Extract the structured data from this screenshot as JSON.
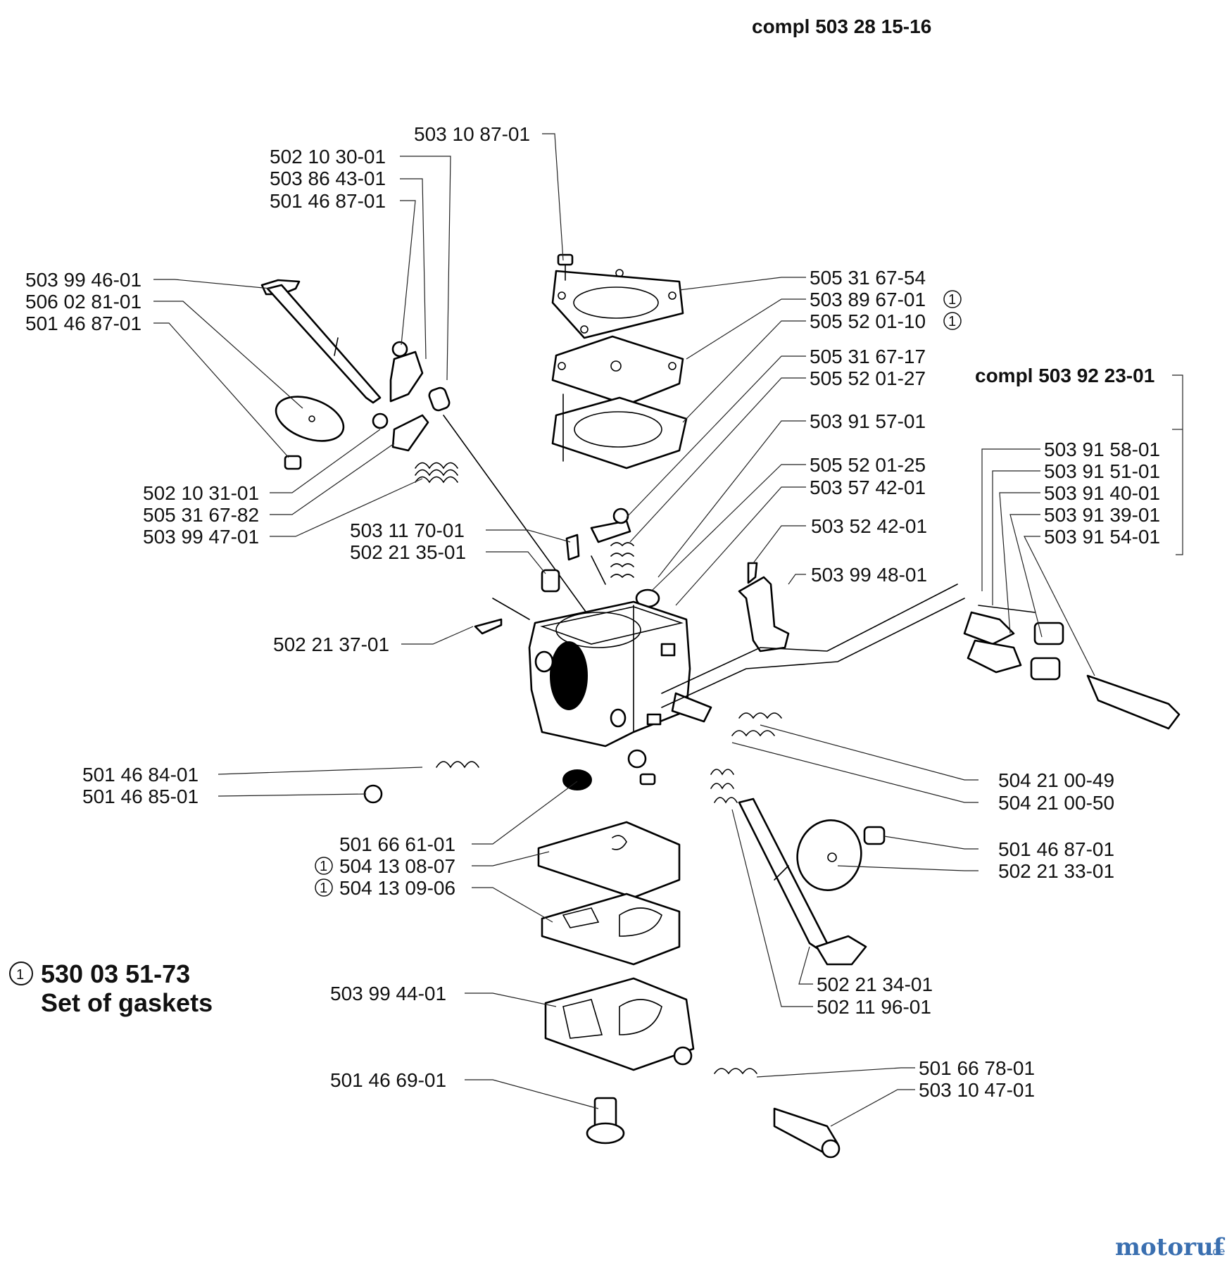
{
  "title_complete": "compl 503 28 15-16",
  "subassembly_complete": "compl 503 92 23-01",
  "gasket_set": {
    "marker": "1",
    "part": "530 03 51-73",
    "label": "Set of gaskets"
  },
  "marker": "1",
  "labels": {
    "p503_10_87_01": "503 10 87-01",
    "p502_10_30_01": "502 10 30-01",
    "p503_86_43_01": "503 86 43-01",
    "p501_46_87_01_a": "501 46 87-01",
    "p503_99_46_01": "503 99 46-01",
    "p506_02_81_01": "506 02 81-01",
    "p501_46_87_01_b": "501 46 87-01",
    "p505_31_67_54": "505 31 67-54",
    "p503_89_67_01": "503 89 67-01",
    "p505_52_01_10": "505 52 01-10",
    "p505_31_67_17": "505 31 67-17",
    "p505_52_01_27": "505 52 01-27",
    "p503_91_57_01": "503 91 57-01",
    "p505_52_01_25": "505 52 01-25",
    "p503_57_42_01": "503 57 42-01",
    "p503_52_42_01": "503 52 42-01",
    "p503_99_48_01": "503 99 48-01",
    "p502_10_31_01": "502 10 31-01",
    "p505_31_67_82": "505 31 67-82",
    "p503_99_47_01": "503 99 47-01",
    "p503_11_70_01": "503 11 70-01",
    "p502_21_35_01": "502 21 35-01",
    "p502_21_37_01": "502 21 37-01",
    "p503_91_58_01": "503 91 58-01",
    "p503_91_51_01": "503 91 51-01",
    "p503_91_40_01": "503 91 40-01",
    "p503_91_39_01": "503 91 39-01",
    "p503_91_54_01": "503 91 54-01",
    "p504_21_00_49": "504 21 00-49",
    "p504_21_00_50": "504 21 00-50",
    "p501_46_84_01": "501 46 84-01",
    "p501_46_85_01": "501 46 85-01",
    "p501_66_61_01": "501 66 61-01",
    "p504_13_08_07": "504 13 08-07",
    "p504_13_09_06": "504 13 09-06",
    "p501_46_87_01_c": "501 46 87-01",
    "p502_21_33_01": "502 21 33-01",
    "p502_21_34_01": "502 21 34-01",
    "p502_11_96_01": "502 11 96-01",
    "p503_99_44_01": "503 99 44-01",
    "p501_46_69_01": "501 46 69-01",
    "p501_66_78_01": "501 66 78-01",
    "p503_10_47_01": "503 10 47-01"
  },
  "watermark": {
    "part1": "motoruf",
    "part2": ".de"
  }
}
